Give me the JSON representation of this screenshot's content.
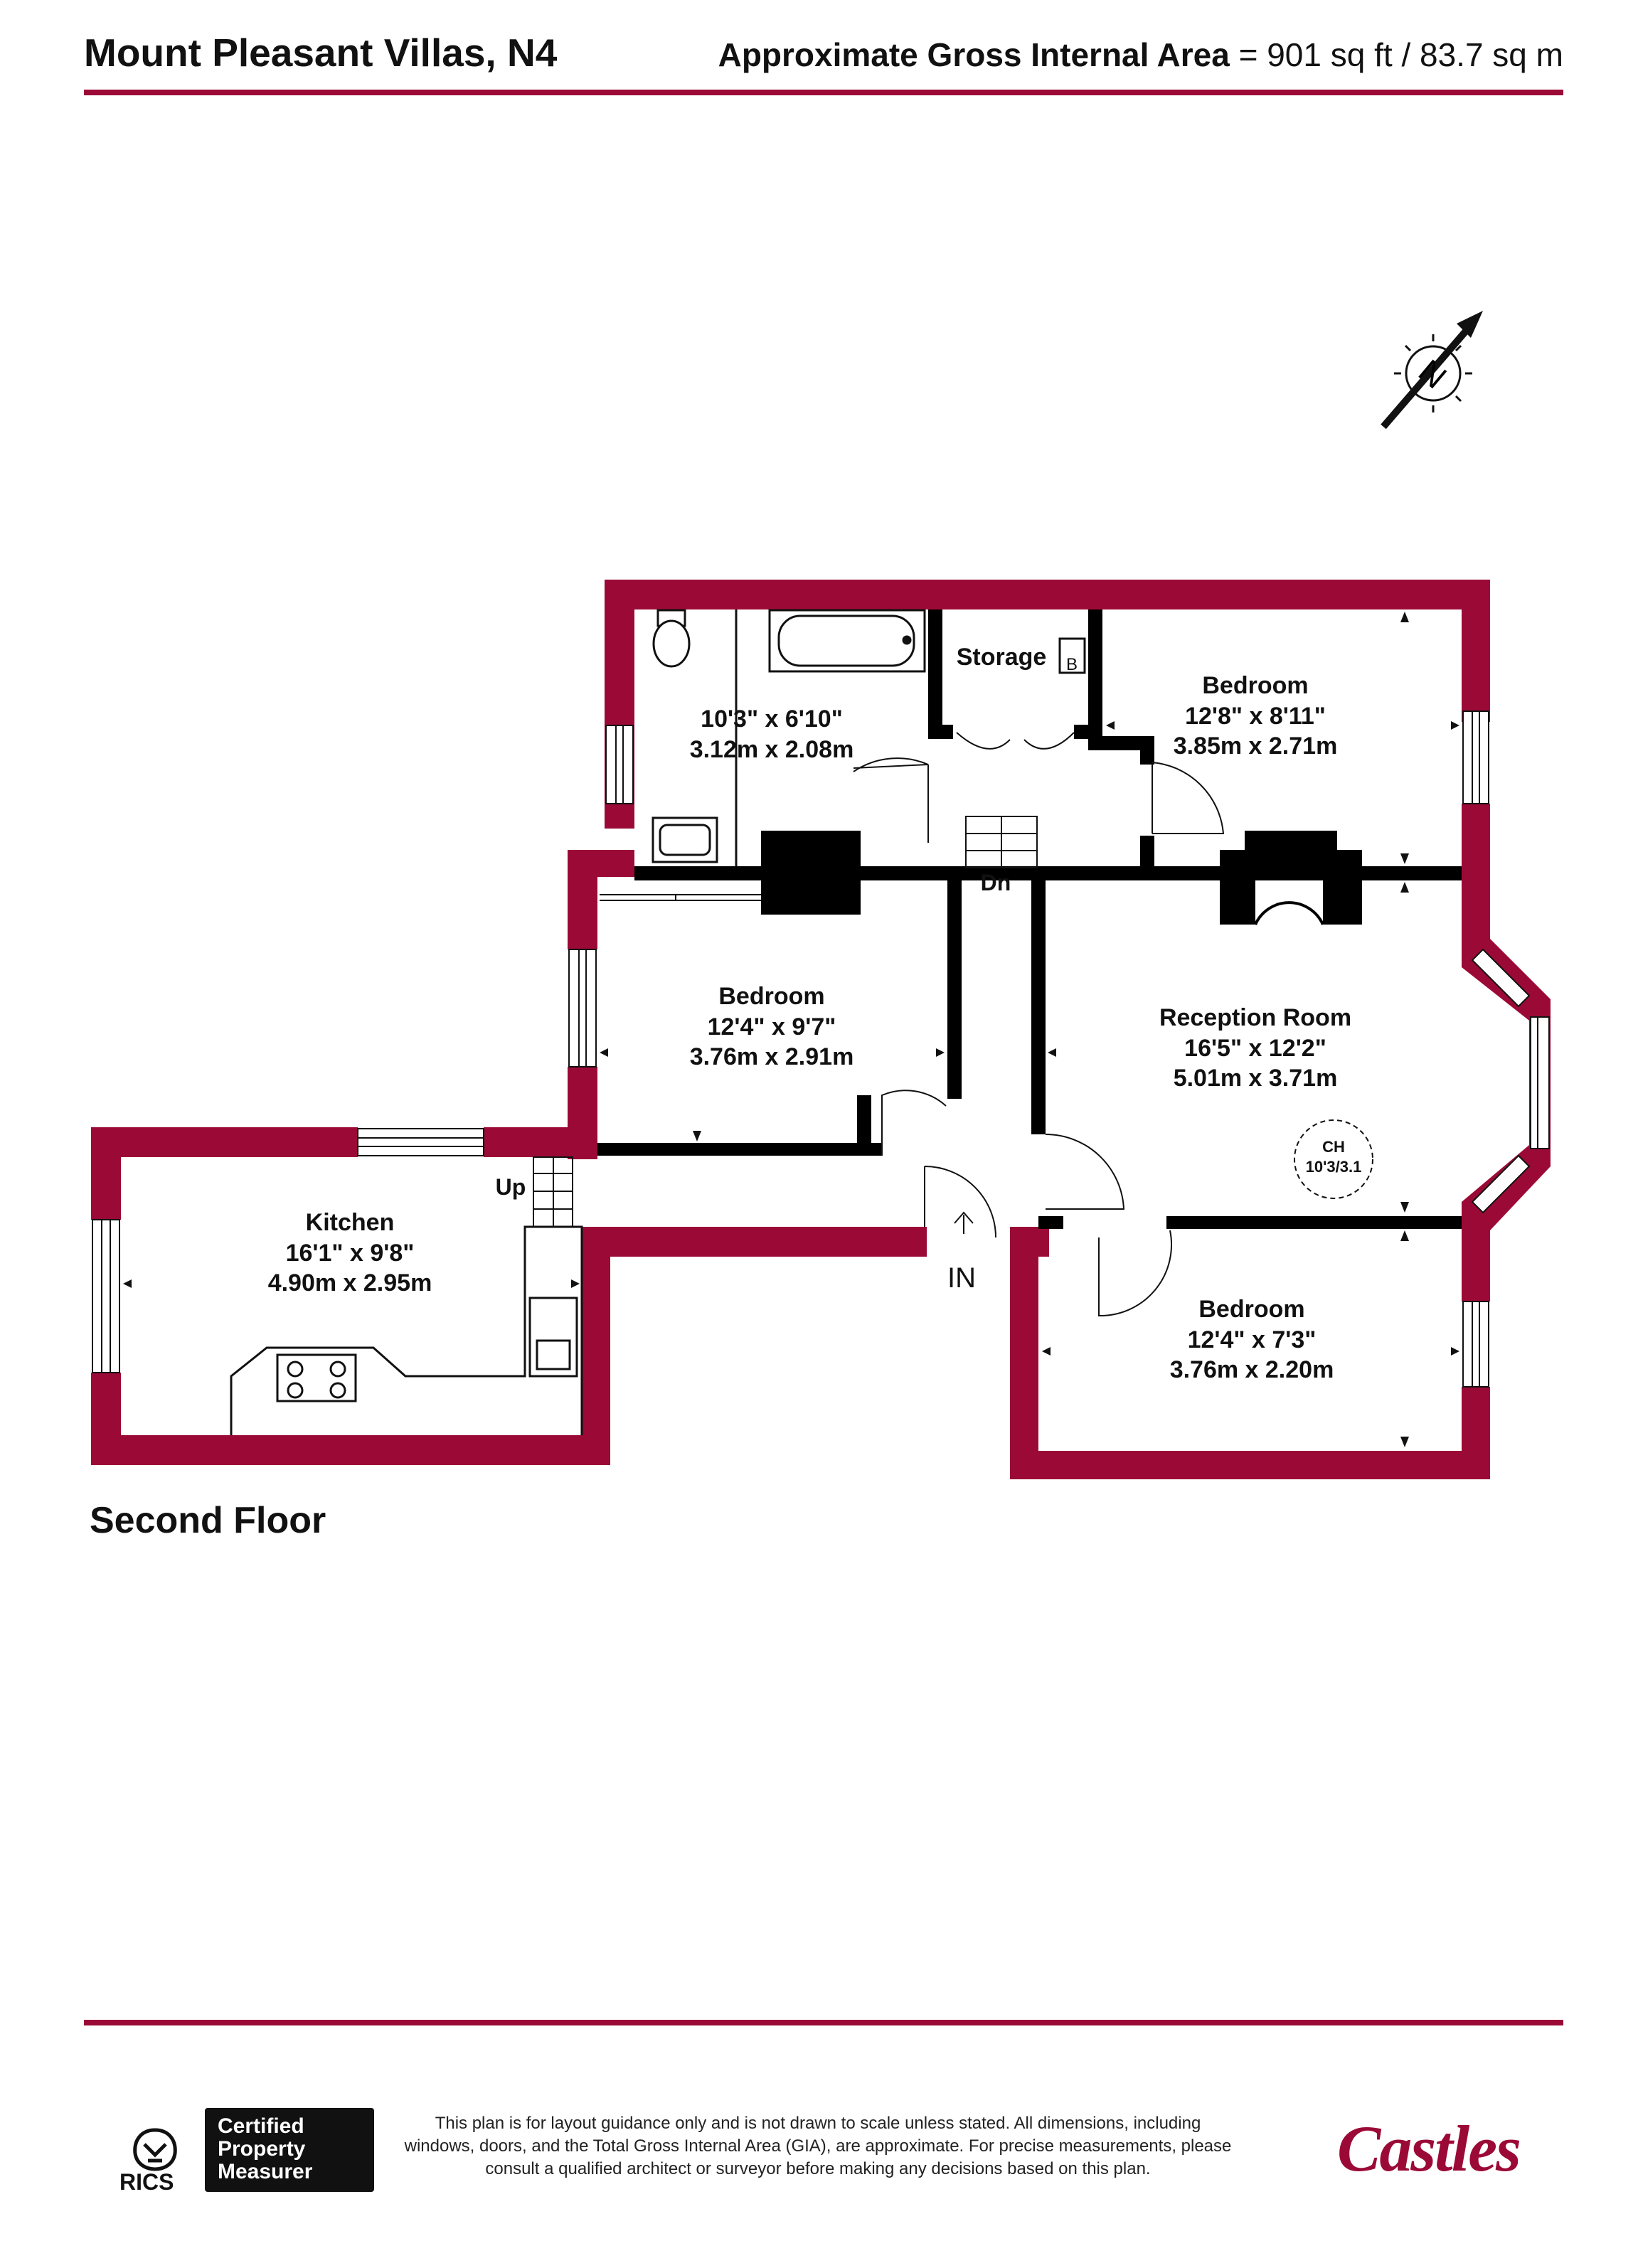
{
  "header": {
    "title": "Mount Pleasant Villas, N4",
    "gia_label": "Approximate Gross Internal Area",
    "gia_value": "= 901 sq ft / 83.7 sq m"
  },
  "compass": {
    "label": "N"
  },
  "floor_label": "Second Floor",
  "rooms": [
    {
      "id": "bathroom",
      "name": "",
      "dim_imperial": "10'3\" x 6'10\"",
      "dim_metric": "3.12m x 2.08m"
    },
    {
      "id": "storage",
      "name": "Storage",
      "dim_imperial": "",
      "dim_metric": ""
    },
    {
      "id": "bedroom-1",
      "name": "Bedroom",
      "dim_imperial": "12'8\" x 8'11\"",
      "dim_metric": "3.85m x 2.71m"
    },
    {
      "id": "bedroom-2",
      "name": "Bedroom",
      "dim_imperial": "12'4\" x 9'7\"",
      "dim_metric": "3.76m x 2.91m"
    },
    {
      "id": "reception",
      "name": "Reception Room",
      "dim_imperial": "16'5\" x 12'2\"",
      "dim_metric": "5.01m x 3.71m"
    },
    {
      "id": "kitchen",
      "name": "Kitchen",
      "dim_imperial": "16'1\" x 9'8\"",
      "dim_metric": "4.90m x 2.95m"
    },
    {
      "id": "bedroom-3",
      "name": "Bedroom",
      "dim_imperial": "12'4\" x 7'3\"",
      "dim_metric": "3.76m x 2.20m"
    }
  ],
  "labels": {
    "boiler": "B",
    "stairs_down": "Dn",
    "stairs_up": "Up",
    "entrance": "IN",
    "ceiling_height_title": "CH",
    "ceiling_height_value": "10'3/3.1"
  },
  "footer": {
    "rics": "RICS",
    "badge_line1": "Certified",
    "badge_line2": "Property",
    "badge_line3": "Measurer",
    "disclaimer": "This plan is for layout guidance only and is not drawn to scale unless stated. All dimensions, including windows, doors, and the Total Gross Internal Area (GIA), are approximate. For precise measurements, please consult a qualified architect or surveyor before making any decisions based on this plan.",
    "brand": "Castles"
  },
  "colors": {
    "exterior_wall": "#9b0a36",
    "interior_wall": "#000000",
    "brand": "#9b0a36"
  }
}
